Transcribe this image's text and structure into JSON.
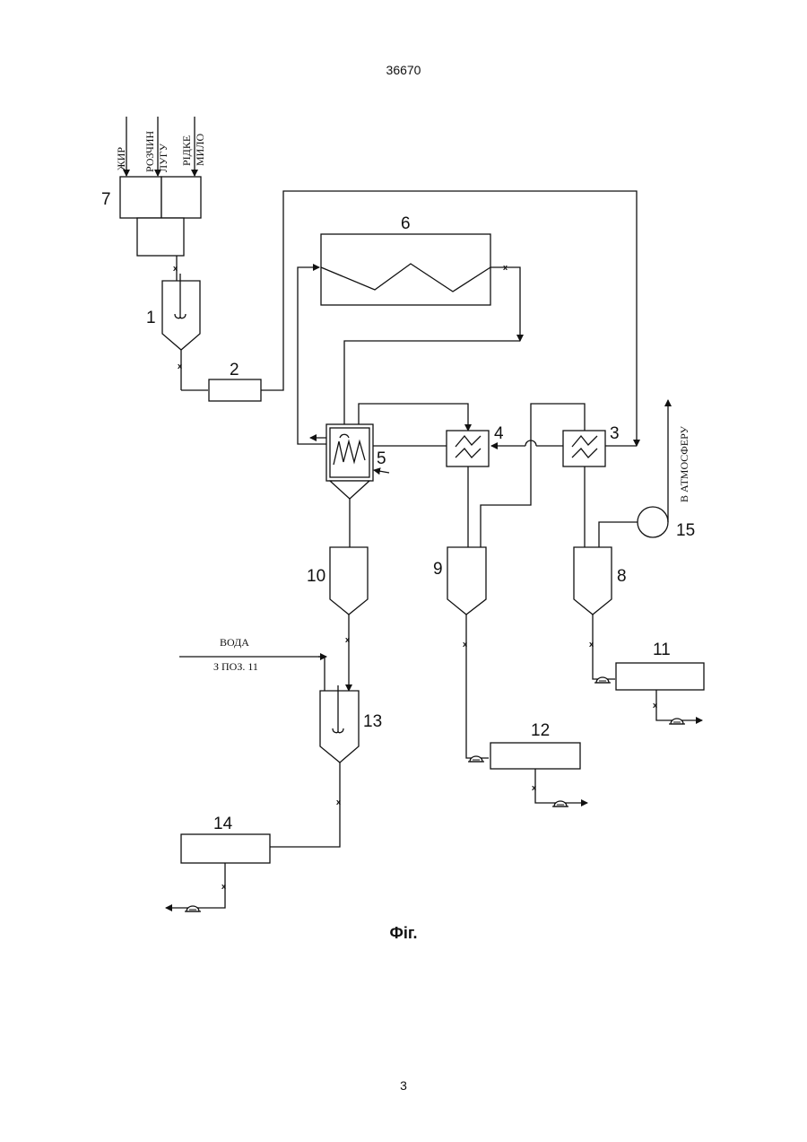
{
  "page": {
    "number_top": "36670",
    "number_bottom": "3",
    "caption": "Фіг."
  },
  "diagram": {
    "inputs": {
      "fat": "ЖИР",
      "alkali_line1": "РОЗЧИН",
      "alkali_line2": "ЛУГУ",
      "soap_line1": "РІДКЕ",
      "soap_line2": "МИЛО"
    },
    "water": {
      "line1": "ВОДА",
      "line2": "З ПОЗ. 11"
    },
    "atmosphere": "В АТМОСФЕРУ",
    "units": {
      "u1": "1",
      "u2": "2",
      "u3": "3",
      "u4": "4",
      "u5": "5",
      "u6": "6",
      "u7": "7",
      "u8": "8",
      "u9": "9",
      "u10": "10",
      "u11": "11",
      "u12": "12",
      "u13": "13",
      "u14": "14",
      "u15": "15"
    },
    "valve_mark": "x"
  }
}
